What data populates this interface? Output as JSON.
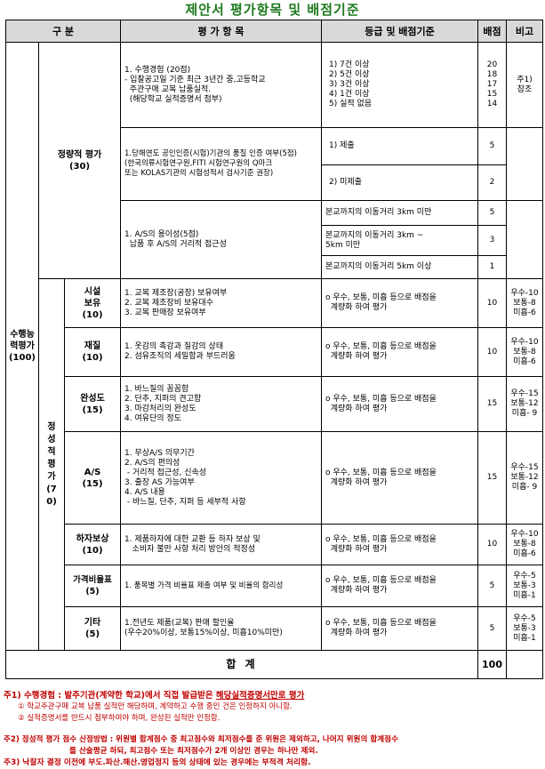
{
  "title": "제안서 평가항목 및 배점기준",
  "header": {
    "col1": "구 분",
    "col2": "평 가 항 목",
    "col3": "등급 및 배점기준",
    "col4": "배점",
    "col5": "비고"
  },
  "category_total": "수행능력평가\n(100)",
  "quant": {
    "label": "정량적 평가\n(30)"
  },
  "qual": {
    "label": "정성적 평가\n(70)"
  },
  "q1": {
    "items": "1. 수행경험 (20점)\n- 입찰공고일 기준 최근 3년간 중,고등학교\n  주관구매 교복 납품실적.\n  (해당학교 실적증명서 첨부)",
    "grades": "1) 7건 이상\n2) 5건 이상\n3) 3건 이상\n4) 1건 이상\n5) 실적 없음",
    "scores": "20\n18\n17\n15\n14",
    "note": "주1)\n참조"
  },
  "q2": {
    "items": "1.당해연도 공인인증(시험)기관의 품질 인증 여부(5점)\n(한국의류시험연구원,FITI 시험연구원의 Q마크\n또는 KOLAS기관의 시험성적서 검사기준 권장)",
    "grade1": "1) 제출",
    "score1": "5",
    "grade2": "2) 미제출",
    "score2": "2"
  },
  "q3": {
    "items": "1. A/S의 용이성(5점)\n  납품 후 A/S의 거리적 접근성",
    "grade1": "본교까지의 이동거리 3km 미만",
    "score1": "5",
    "grade2": "본교까지의 이동거리 3km ~\n5km 미만",
    "score2": "3",
    "grade3": "본교까지의 이동거리 5km 이상",
    "score3": "1"
  },
  "common_grade": "o 우수, 보통, 미흡 등으로 배점을\n  계량화 하여 평가",
  "rows": [
    {
      "name": "시설\n보유\n(10)",
      "items": "1. 교복 제조장(공장) 보유여부\n2. 교복 제조장비 보유대수\n3. 교복 판매장 보유여부",
      "score": "10",
      "note": "우수-10\n보통-8\n미흡-6"
    },
    {
      "name": "재질\n(10)",
      "items": "1. 옷감의 촉감과 질감의 상태\n2. 섬유조직의 세밀함과 부드러움",
      "score": "10",
      "note": "우수-10\n보통-8\n미흡-6"
    },
    {
      "name": "완성도\n(15)",
      "items": "1. 바느질의 꼼꼼함\n2. 단추, 지퍼의 견고함\n3. 마감처리의 완성도\n4. 여유단의 정도",
      "score": "15",
      "note": "우수-15\n보통-12\n미흡- 9"
    },
    {
      "name": "A/S\n(15)",
      "items": "1. 무상A/S 의무기간\n2. A/S의 편의성\n - 거리적 접근성, 신속성\n3. 출장 AS 가능여부\n4. A/S 내용\n - 바느질, 단추, 지퍼 등 세부적 사항",
      "score": "15",
      "note": "우수-15\n보통-12\n미흡- 9"
    },
    {
      "name": "하자보상\n(10)",
      "items": "1. 제품하자에 대한 교환 등 하자 보상 및\n   소비자 불만 사항 처리 방안의 적정성",
      "score": "10",
      "note": "우수-10\n보통-8\n미흡-6"
    },
    {
      "name": "가격비율표\n(5)",
      "items": "1. 품목별 가격 비율표 제출 여부 및 비율의 합리성",
      "score": "5",
      "note": "우수-5\n보통-3\n미흡-1"
    },
    {
      "name": "기타\n(5)",
      "items": "1.전년도 제품(교복) 판매 할인율\n(우수20%이상, 보통15%이상, 미흡10%미만)",
      "score": "5",
      "note": "우수-5\n보통-3\n미흡-1"
    }
  ],
  "total": {
    "label": "합 계",
    "score": "100"
  },
  "notes": {
    "n1_prefix": "주1) 수행경험 : 발주기관(계약한 학교)에서 직접 발급받은 ",
    "n1_underline": "해당실적증명서만로 평가",
    "n1_a": "① 학교주관구매 교복 납품 실적만 해당하며, 계약하고 수행 중인 건은 인정하지 아니함.",
    "n1_b": "② 실적증명서를 반드시 첨부하여야 하며, 완성된 실적만 인정함.",
    "n2_a": "주2) 정성적 평가 점수 산정방법 : 위원별 합계점수 중 최고점수와 최저점수를 준 위원은 제외하고, 나머지 위원의 합계점수",
    "n2_b": "를 산술평균 하되, 최고점수 또는 최저점수가 2개 이상인 경우는 하나만 제외.",
    "n3": "주3) 낙찰자 결정 이전에 부도.파산.해산.영업정지 등의 상태에 있는 경우에는 부적격 처리함."
  }
}
